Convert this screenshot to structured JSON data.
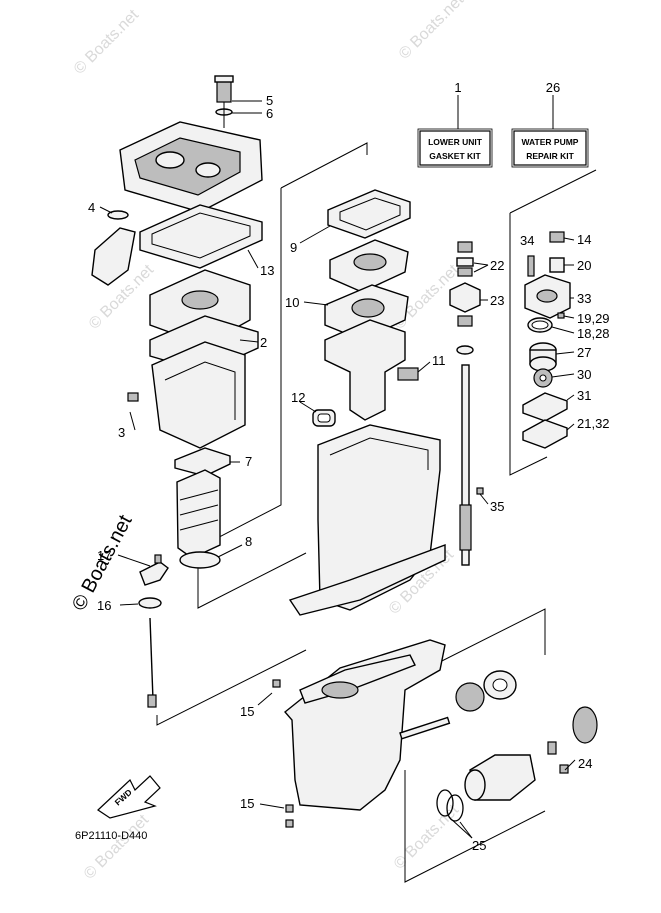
{
  "diagram": {
    "code": "6P21110-D440",
    "watermark": "© Boats.net",
    "kits": [
      {
        "id": "kit-1",
        "number": "1",
        "line1": "LOWER UNIT",
        "line2": "GASKET KIT"
      },
      {
        "id": "kit-26",
        "number": "26",
        "line1": "WATER PUMP",
        "line2": "REPAIR KIT"
      }
    ],
    "fwd_label": "FWD",
    "callouts": {
      "c5": "5",
      "c6": "6",
      "c4": "4",
      "c13": "13",
      "c2": "2",
      "c3": "3",
      "c7": "7",
      "c8": "8",
      "c17": "17",
      "c16": "16",
      "c9": "9",
      "c10": "10",
      "c11": "11",
      "c12": "12",
      "c22": "22",
      "c23": "23",
      "c34": "34",
      "c14": "14",
      "c20": "20",
      "c33": "33",
      "c1929": "19,29",
      "c1828": "18,28",
      "c27": "27",
      "c30": "30",
      "c31": "31",
      "c2132": "21,32",
      "c35": "35",
      "c15a": "15",
      "c15b": "15",
      "c24": "24",
      "c25": "25"
    }
  }
}
